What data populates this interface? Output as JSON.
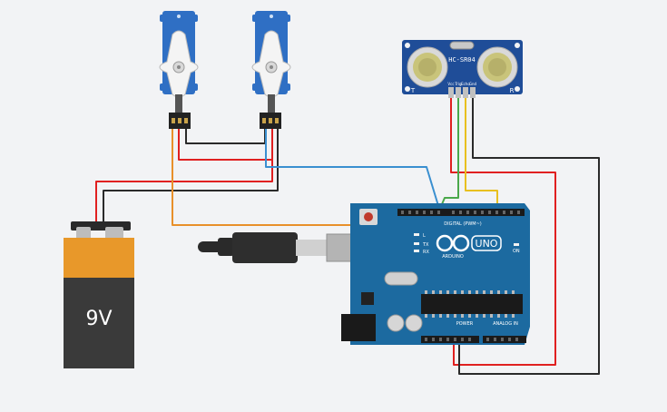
{
  "battery": {
    "voltage_label": "9V",
    "colors": {
      "top": "#e8982a",
      "bottom": "#3a3a3a",
      "text": "#ffffff"
    }
  },
  "sensor": {
    "model_label": "HC-SR04",
    "pin_labels": [
      "Vcc",
      "Trig",
      "Echo",
      "Gnd"
    ],
    "side_marks": [
      "T",
      "R"
    ],
    "color": "#1f4d98"
  },
  "arduino": {
    "brand_label": "ARDUINO",
    "model_label": "UNO",
    "digital_label": "DIGITAL (PWM~)",
    "power_label": "POWER",
    "analog_label": "ANALOG IN",
    "led_labels": [
      "L",
      "TX",
      "RX"
    ],
    "on_label": "ON",
    "color": "#1c6aa0"
  },
  "servos": {
    "count": 2,
    "color": "#2f6fc4"
  },
  "wire_colors": {
    "red": "#e02020",
    "black": "#2a2a2a",
    "orange": "#e8902a",
    "blue": "#3a8fd0",
    "green": "#4aa84a",
    "yellow": "#e8c020"
  }
}
